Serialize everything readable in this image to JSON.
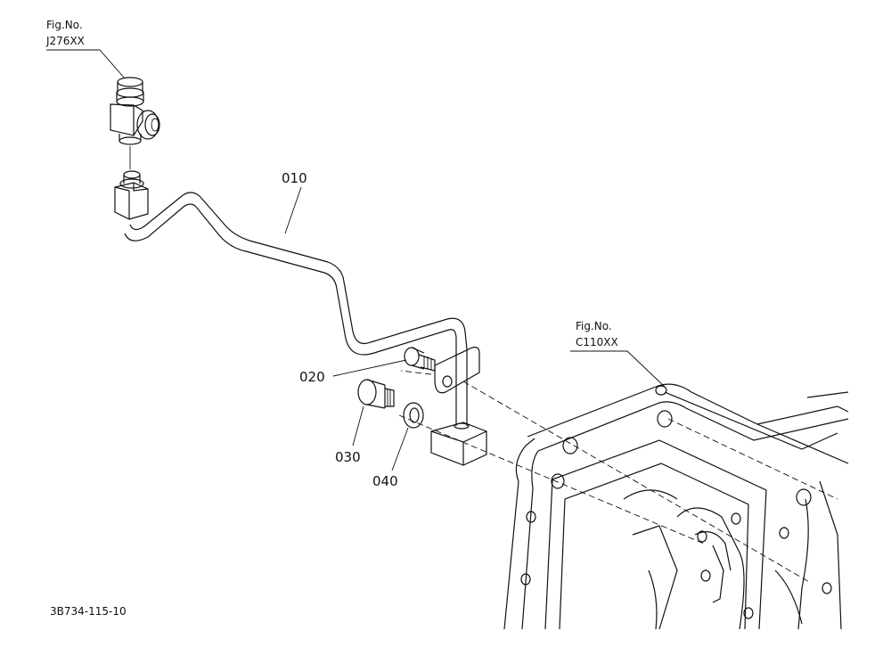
{
  "references": [
    {
      "fig_label": "Fig.No.",
      "fig_code": "J276XX"
    },
    {
      "fig_label": "Fig.No.",
      "fig_code": "C110XX"
    }
  ],
  "callouts": [
    {
      "id": "010",
      "text": "010"
    },
    {
      "id": "020",
      "text": "020"
    },
    {
      "id": "030",
      "text": "030"
    },
    {
      "id": "040",
      "text": "040"
    }
  ],
  "drawing_code": "3B734-115-10"
}
